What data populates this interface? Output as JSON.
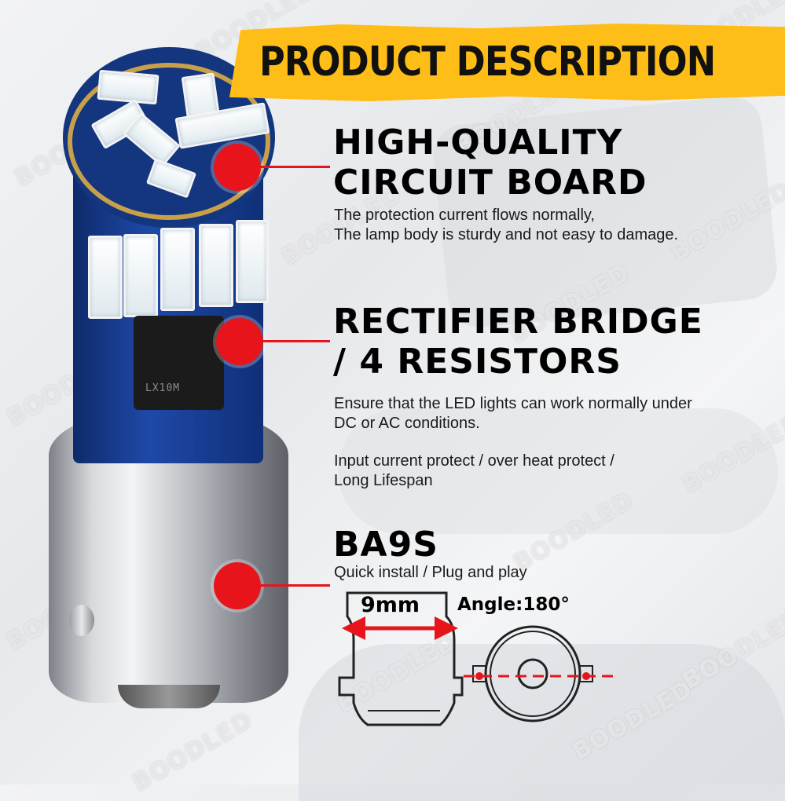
{
  "banner": {
    "title": "PRODUCT DESCRIPTION"
  },
  "watermark": "BOODLED",
  "features": [
    {
      "heading_line1": "HIGH-QUALITY",
      "heading_line2": "CIRCUIT BOARD",
      "desc_line1": "The protection current flows normally,",
      "desc_line2": "The lamp body is sturdy and not easy to damage."
    },
    {
      "heading_line1": "RECTIFIER BRIDGE",
      "heading_line2": "/ 4 RESISTORS",
      "desc_line1": "Ensure that the LED lights can work normally under",
      "desc_line2": "DC or AC conditions.",
      "desc_line3": "Input current protect / over heat protect /",
      "desc_line4": "Long Lifespan"
    },
    {
      "heading_line1": "BA9S",
      "desc_line1": "Quick install / Plug and play"
    }
  ],
  "diagram": {
    "width_label": "9mm",
    "angle_label": "Angle:180°"
  },
  "chip_marking": "LX10M",
  "colors": {
    "banner": "#ffbd17",
    "accent": "#e8141b",
    "pcb": "#1f49a8"
  }
}
